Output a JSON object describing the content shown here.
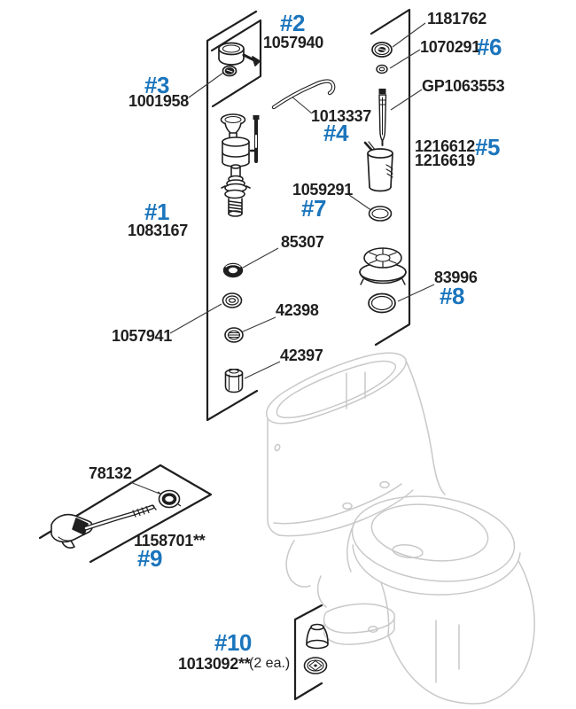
{
  "diagram": {
    "type": "exploded-parts-diagram",
    "subject": "one-piece toilet tank parts"
  },
  "colors": {
    "link_blue": "#1b75bc",
    "ink_black": "#1f1f1f",
    "toilet_outline_gray": "#c9c9c9",
    "background": "#ffffff"
  },
  "parts": {
    "p1": {
      "ref": "#1",
      "num": "1083167"
    },
    "p2": {
      "ref": "#2",
      "num": "1057940"
    },
    "p3": {
      "ref": "#3",
      "num": "1001958"
    },
    "p4": {
      "ref": "#4",
      "num": "1013337"
    },
    "p5": {
      "ref": "#5",
      "num_a": "1216612",
      "num_b": "1216619"
    },
    "p6": {
      "ref": "#6",
      "num": "1070291"
    },
    "p7": {
      "ref": "#7",
      "num": "1059291"
    },
    "p8": {
      "ref": "#8",
      "num": "83996"
    },
    "p9": {
      "ref": "#9",
      "num": "1158701**"
    },
    "p10": {
      "ref": "#10",
      "num": "1013092**",
      "qty": "(2 ea.)"
    },
    "tank_seal": {
      "num": "1181762"
    },
    "valve_stem": {
      "num": "GP1063553"
    },
    "washer_85307": {
      "num": "85307"
    },
    "washer_1057941": {
      "num": "1057941"
    },
    "washer_42398": {
      "num": "42398"
    },
    "coupling_nut": {
      "num": "42397"
    },
    "grommet": {
      "num": "78132"
    }
  }
}
